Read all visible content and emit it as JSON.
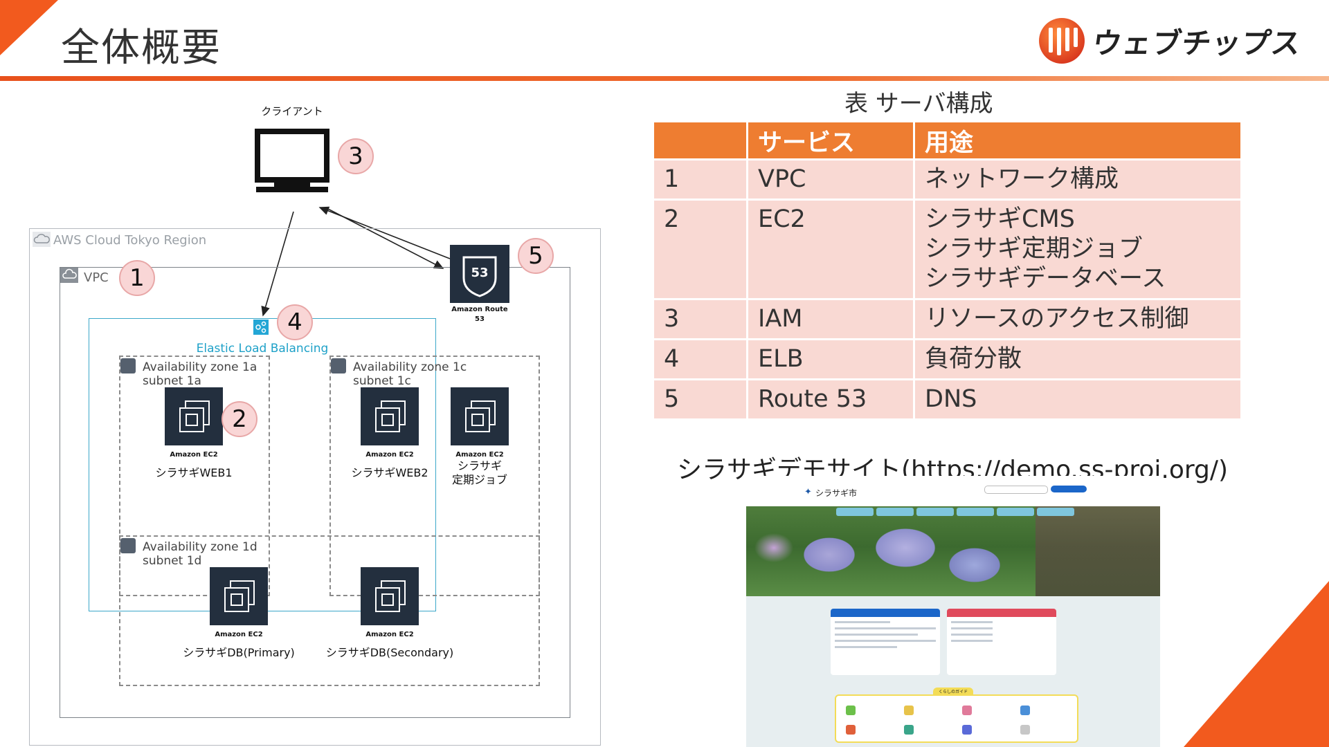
{
  "header": {
    "title": "全体概要",
    "logo_text": "ウェブチップス"
  },
  "diagram": {
    "client_label": "クライアント",
    "cloud_label": "AWS Cloud Tokyo Region",
    "vpc_label": "VPC",
    "elb_label": "Elastic Load Balancing",
    "route53_caption_line1": "Amazon Route",
    "route53_caption_line2": "53",
    "route53_number": "53",
    "zones": [
      {
        "name": "Availability zone 1a",
        "subnet": "subnet 1a"
      },
      {
        "name": "Availability zone 1c",
        "subnet": "subnet 1c"
      },
      {
        "name": "Availability zone 1d",
        "subnet": "subnet 1d"
      }
    ],
    "instances": [
      {
        "type": "Amazon EC2",
        "name": "シラサギWEB1"
      },
      {
        "type": "Amazon EC2",
        "name": "シラサギWEB2"
      },
      {
        "type": "Amazon EC2",
        "name_line1": "シラサギ",
        "name_line2": "定期ジョブ"
      },
      {
        "type": "Amazon EC2",
        "name": "シラサギDB(Primary)"
      },
      {
        "type": "Amazon EC2",
        "name": "シラサギDB(Secondary)"
      }
    ],
    "badges": [
      "1",
      "2",
      "3",
      "4",
      "5"
    ],
    "colors": {
      "elb_box": "#3aa7c9",
      "ec2_bg": "#232f3e",
      "badge_fill": "#f9d6d6"
    }
  },
  "table": {
    "caption": "表 サーバ構成",
    "headers": [
      "",
      "サービス",
      "用途"
    ],
    "rows": [
      {
        "num": "1",
        "service": "VPC",
        "use": [
          "ネットワーク構成"
        ]
      },
      {
        "num": "2",
        "service": "EC2",
        "use": [
          "シラサギCMS",
          "シラサギ定期ジョブ",
          "シラサギデータベース"
        ]
      },
      {
        "num": "3",
        "service": "IAM",
        "use": [
          "リソースのアクセス制御"
        ]
      },
      {
        "num": "4",
        "service": "ELB",
        "use": [
          "負荷分散"
        ]
      },
      {
        "num": "5",
        "service": "Route 53",
        "use": [
          "DNS"
        ]
      }
    ],
    "colors": {
      "header": "#ee7d31",
      "row": "#f9d9d3"
    }
  },
  "demo": {
    "caption": "シラサギデモサイト(https://demo.ss-proj.org/)",
    "site_name": "シラサギ市",
    "guide_label": "くらしのガイド"
  },
  "colors": {
    "accent": "#f25a1e"
  }
}
